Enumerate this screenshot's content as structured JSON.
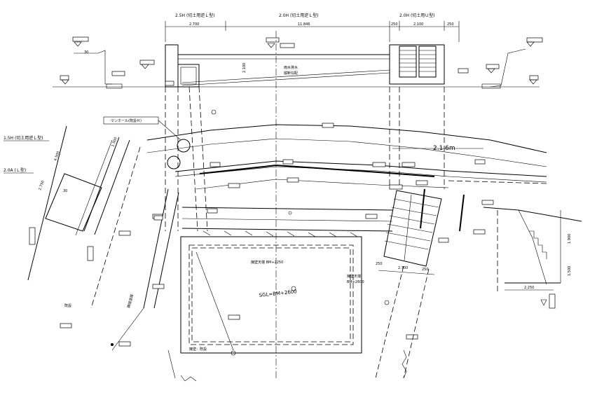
{
  "profile": {
    "section_left_label": "2.5H (切土用逆Ｌ型)",
    "section_mid_label": "2.0H (切土用逆Ｌ型)",
    "section_right_label": "2.0H (切土用Ｕ型)",
    "dim_left": "2.700",
    "dim_mid": "11.846",
    "dim_right": "2.100",
    "dim_250_a": "250",
    "dim_250_b": "250",
    "dim_30": "30",
    "dim_v": "2.100",
    "slope_note": "縦断勾配",
    "drain_note": "雨水排水"
  },
  "plan": {
    "left_label_1": "1.5H (切土用逆Ｌ型)",
    "left_label_2": "2.0A (Ｌ型)",
    "top_note": "マンホール(既設Ｈ)",
    "pond_top_label": "擁壁天端 BM+2250",
    "pond_sgl_label": "SGL=BM+2600",
    "pond_right_label_1": "擁壁天端",
    "pond_right_label_2": "BM+2600",
    "pond_bottom_label": "擁壁：既設",
    "dim_2_1": "2.1 6m",
    "stair_dim_250_a": "250",
    "stair_dim_2700": "2.700",
    "stair_dim_250_b": "250",
    "right_dim_2250": "2.250",
    "right_dim_1900": "1.900",
    "right_dim_1500": "1.500",
    "left_dim_4500": "4.500",
    "left_dim_2750": "2.750",
    "left_dim_1500": "1.500",
    "left_dim_30": "30",
    "left_note_1": "既設",
    "left_note_2": "隣接道路"
  }
}
